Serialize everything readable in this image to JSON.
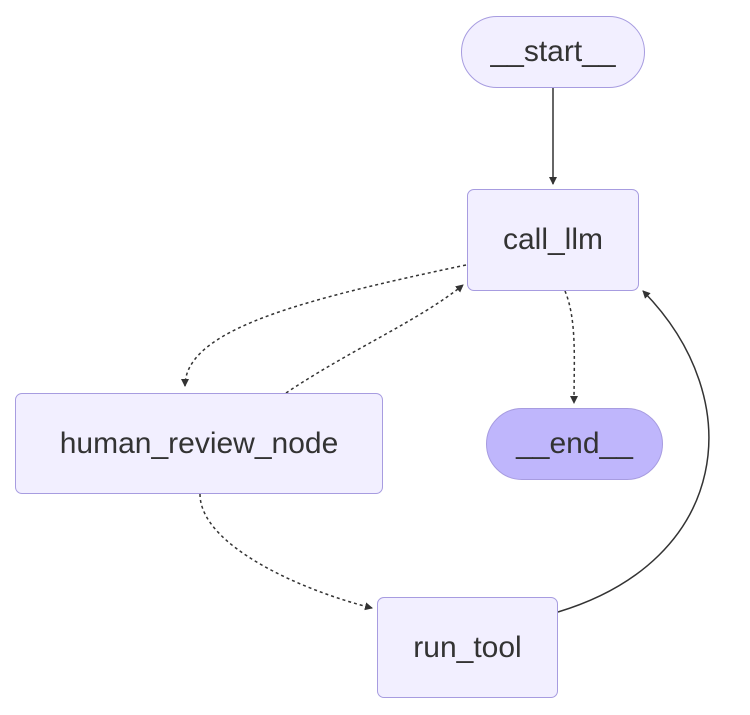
{
  "graph": {
    "nodes": {
      "start": {
        "label": "__start__"
      },
      "call_llm": {
        "label": "call_llm"
      },
      "human_review_node": {
        "label": "human_review_node"
      },
      "end": {
        "label": "__end__"
      },
      "run_tool": {
        "label": "run_tool"
      }
    },
    "edges": [
      {
        "from": "start",
        "to": "call_llm",
        "style": "solid"
      },
      {
        "from": "call_llm",
        "to": "human_review_node",
        "style": "dashed"
      },
      {
        "from": "human_review_node",
        "to": "call_llm",
        "style": "dashed"
      },
      {
        "from": "call_llm",
        "to": "end",
        "style": "dashed"
      },
      {
        "from": "human_review_node",
        "to": "run_tool",
        "style": "dashed"
      },
      {
        "from": "run_tool",
        "to": "call_llm",
        "style": "solid"
      }
    ]
  },
  "colors": {
    "node_fill": "#f2efff",
    "end_fill": "#bfb6fc",
    "node_border": "#a79ce0",
    "edge": "#333333",
    "text": "#333333"
  }
}
